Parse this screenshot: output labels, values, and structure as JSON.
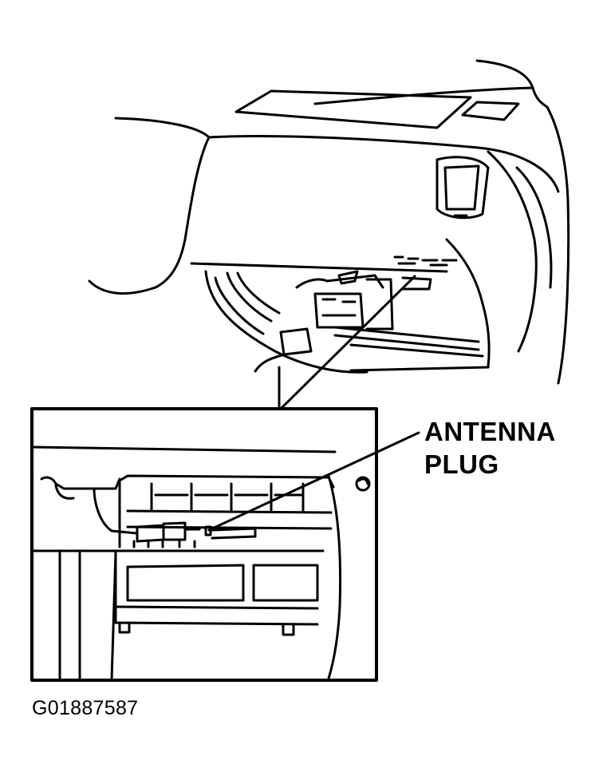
{
  "callout": {
    "line1": "ANTENNA",
    "line2": "PLUG"
  },
  "figure_code": "G01887587"
}
